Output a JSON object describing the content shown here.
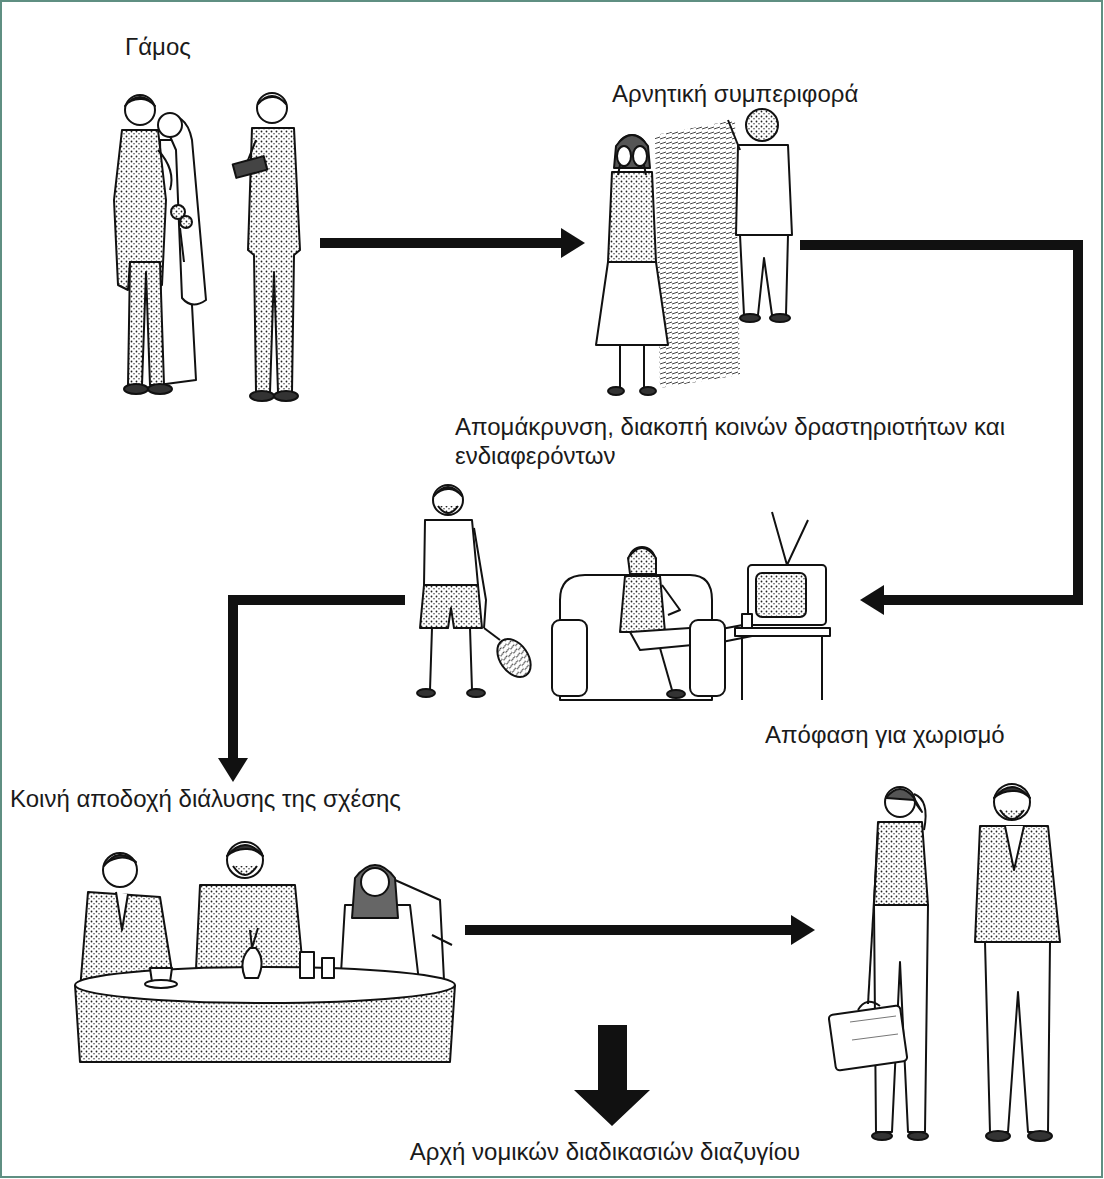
{
  "diagram": {
    "nodes": [
      {
        "text": [
          "Γάμος"
        ]
      },
      {
        "text": [
          "Αρνητική συμπεριφορά"
        ]
      },
      {
        "text": [
          "Απομάκρυνση, διακοπή κοινών δραστηριοτήτων και ενδιαφερόντων"
        ]
      },
      {
        "text": [
          "Κοινή αποδοχή διάλυσης της σχέσης"
        ]
      },
      {
        "text": [
          "Απόφαση για χωρισμό"
        ]
      },
      {
        "text": [
          "Αρχή νομικών διαδικασιών διαζυγίου"
        ]
      }
    ],
    "edges": [
      {
        "from": 0,
        "to": 1,
        "arrow": "to"
      },
      {
        "from": 1,
        "to": 2,
        "arrow": "to"
      },
      {
        "from": 2,
        "to": 3,
        "arrow": "to"
      },
      {
        "from": 3,
        "to": 4,
        "arrow": "to"
      }
    ]
  }
}
